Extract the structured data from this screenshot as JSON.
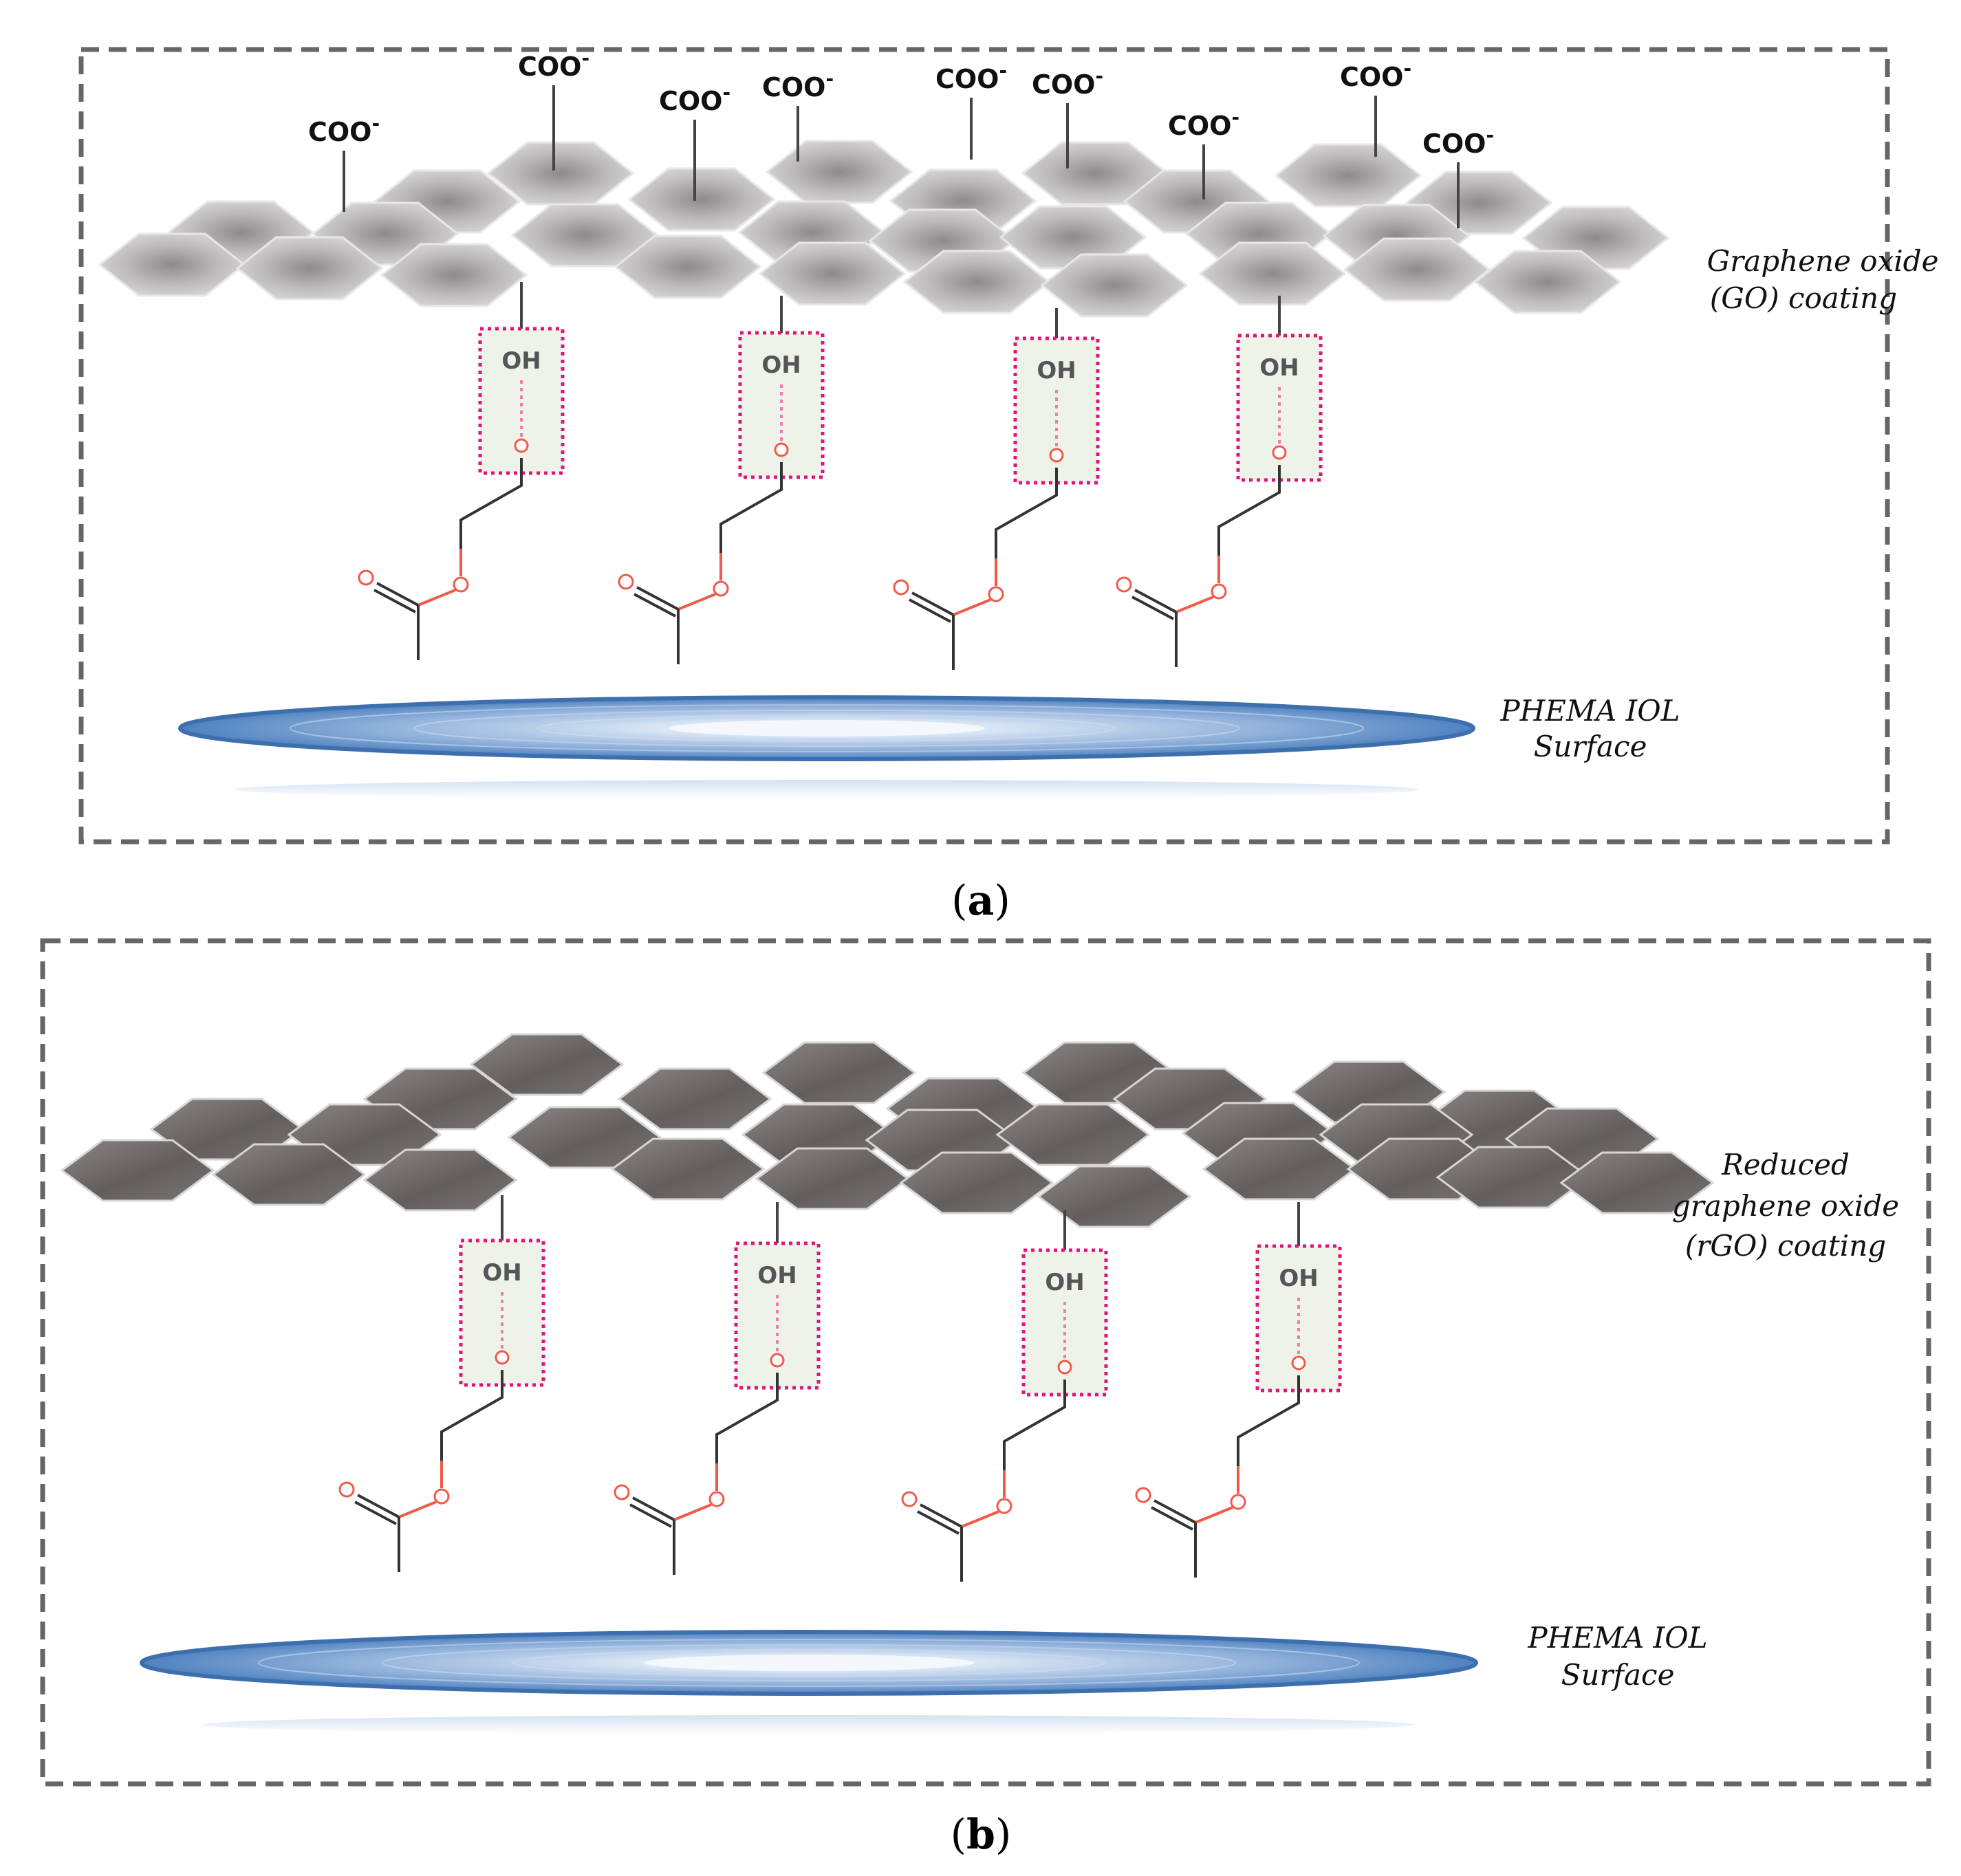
{
  "panel_a": {
    "coating_label_line1": "Graphene oxide",
    "coating_label_line2": "(GO) coating",
    "surface_label_line1": "PHEMA IOL",
    "surface_label_line2": "Surface",
    "group_label": "COO",
    "group_charge": "-",
    "hydroxyl_label": "OH",
    "caption_open": "(",
    "caption_letter": "a",
    "caption_close": ")"
  },
  "panel_b": {
    "coating_label_line1": "Reduced",
    "coating_label_line2": "graphene oxide",
    "coating_label_line3": "(rGO) coating",
    "surface_label_line1": "PHEMA IOL",
    "surface_label_line2": "Surface",
    "hydroxyl_label": "OH",
    "caption_open": "(",
    "caption_letter": "b",
    "caption_close": ")"
  },
  "colors": {
    "frame": "#666666",
    "hbond_box": "#e0157a",
    "box_fill": "#eef3ea",
    "oxygen": "#f05a4a",
    "bond": "#333333",
    "go_sheet": "#b9b7b7",
    "rgo_sheet": "#6f6a6a",
    "lens": "#7fa6d6"
  },
  "icons": [
    "graphene-hexagon",
    "lens-surface"
  ]
}
